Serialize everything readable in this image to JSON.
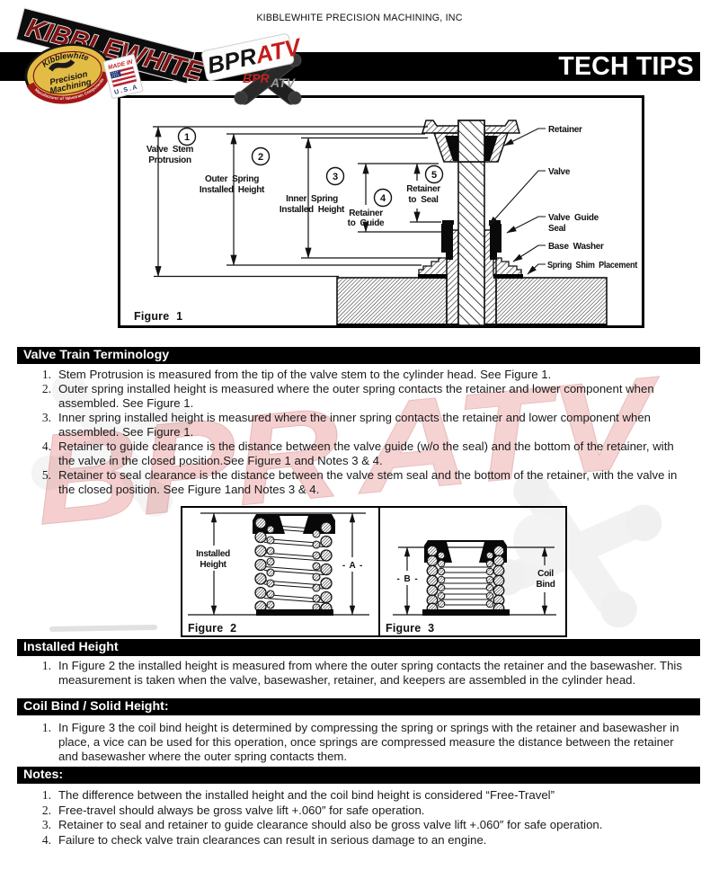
{
  "header": {
    "company": "KIBBLEWHITE PRECISION MACHINING, INC",
    "banner_title": "TECH TIPS",
    "logos": {
      "kibblewhite": "KIBBLEWHITE",
      "oval_line1": "Kibblewhite",
      "oval_line2": "Precision",
      "oval_line3": "Machining",
      "oval_ribbon": "Manufacturer of Valvetrain Components",
      "made_in": "MADE IN",
      "usa": "U.S.A",
      "bpr": "BPR",
      "atv": "ATV"
    }
  },
  "figure1": {
    "caption": "Figure 1",
    "callouts": [
      {
        "num": "1",
        "line1": "Valve Stem",
        "line2": "Protrusion"
      },
      {
        "num": "2",
        "line1": "Outer Spring",
        "line2": "Installed Height"
      },
      {
        "num": "3",
        "line1": "Inner Spring",
        "line2": "Installed Height"
      },
      {
        "num": "4",
        "line1": "Retainer",
        "line2": "to Guide"
      },
      {
        "num": "5",
        "line1": "Retainer",
        "line2": "to Seal"
      }
    ],
    "part_labels": {
      "retainer": "Retainer",
      "valve": "Valve",
      "valve_guide_seal_1": "Valve Guide",
      "valve_guide_seal_2": "Seal",
      "base_washer": "Base Washer",
      "spring_shim": "Spring Shim Placement"
    }
  },
  "figure2": {
    "caption": "Figure 2",
    "dim_left_1": "Installed",
    "dim_left_2": "Height",
    "dim_right": "- A -"
  },
  "figure3": {
    "caption": "Figure 3",
    "dim_left": "- B -",
    "dim_right_1": "Coil",
    "dim_right_2": "Bind"
  },
  "sections": {
    "terminology": {
      "heading": "Valve Train Terminology",
      "items": [
        {
          "num": "1.",
          "lines": [
            "Stem Protrusion is measured from the tip of the valve stem to the cylinder head. See Figure 1."
          ]
        },
        {
          "num": "2.",
          "lines": [
            "Outer spring installed height is measured where the outer spring contacts the retainer and lower component when",
            "assembled. See Figure 1."
          ]
        },
        {
          "num": "3.",
          "lines": [
            "Inner spring installed height is measured where the inner spring contacts the retainer and lower component when",
            "assembled. See Figure 1."
          ]
        },
        {
          "num": "4.",
          "lines": [
            "Retainer to guide clearance is the distance between the valve guide (w/o the seal) and the bottom of the retainer, with",
            "the valve in the closed position.See Figure 1 and Notes 3 & 4."
          ]
        },
        {
          "num": "5.",
          "lines": [
            "Retainer to seal clearance is the distance between the valve stem seal and the bottom of the retainer, with the valve in",
            "the closed position. See Figure 1and Notes 3 & 4."
          ]
        }
      ]
    },
    "installed": {
      "heading": "Installed Height",
      "items": [
        {
          "num": "1.",
          "lines": [
            "In Figure 2 the installed height is measured from where the outer spring contacts the retainer and the basewasher. This",
            "measurement is taken when the valve, basewasher, retainer, and keepers are assembled in the cylinder head."
          ]
        }
      ]
    },
    "coil_bind": {
      "heading": "Coil Bind / Solid Height:",
      "items": [
        {
          "num": "1.",
          "lines": [
            "In Figure 3 the coil bind height is determined by compressing the spring or springs with the retainer and basewasher in",
            "place, a vice can be used for this operation, once springs are compressed measure the distance between the retainer",
            "and basewasher where the outer spring contacts them."
          ]
        }
      ]
    },
    "notes": {
      "heading": "Notes:",
      "items": [
        {
          "num": "1.",
          "lines": [
            "The difference between the installed height and the coil bind height is considered “Free-Travel”"
          ]
        },
        {
          "num": "2.",
          "lines": [
            "Free-travel should always be gross valve lift +.060″ for safe operation."
          ]
        },
        {
          "num": "3.",
          "lines": [
            "Retainer to seal and retainer to guide clearance should also be gross valve lift +.060″ for safe operation."
          ]
        },
        {
          "num": "4.",
          "lines": [
            "Failure to check valve train clearances can result in serious damage to an engine."
          ]
        }
      ]
    }
  },
  "watermark": {
    "bpr": "BPR",
    "atv": "ATV"
  }
}
